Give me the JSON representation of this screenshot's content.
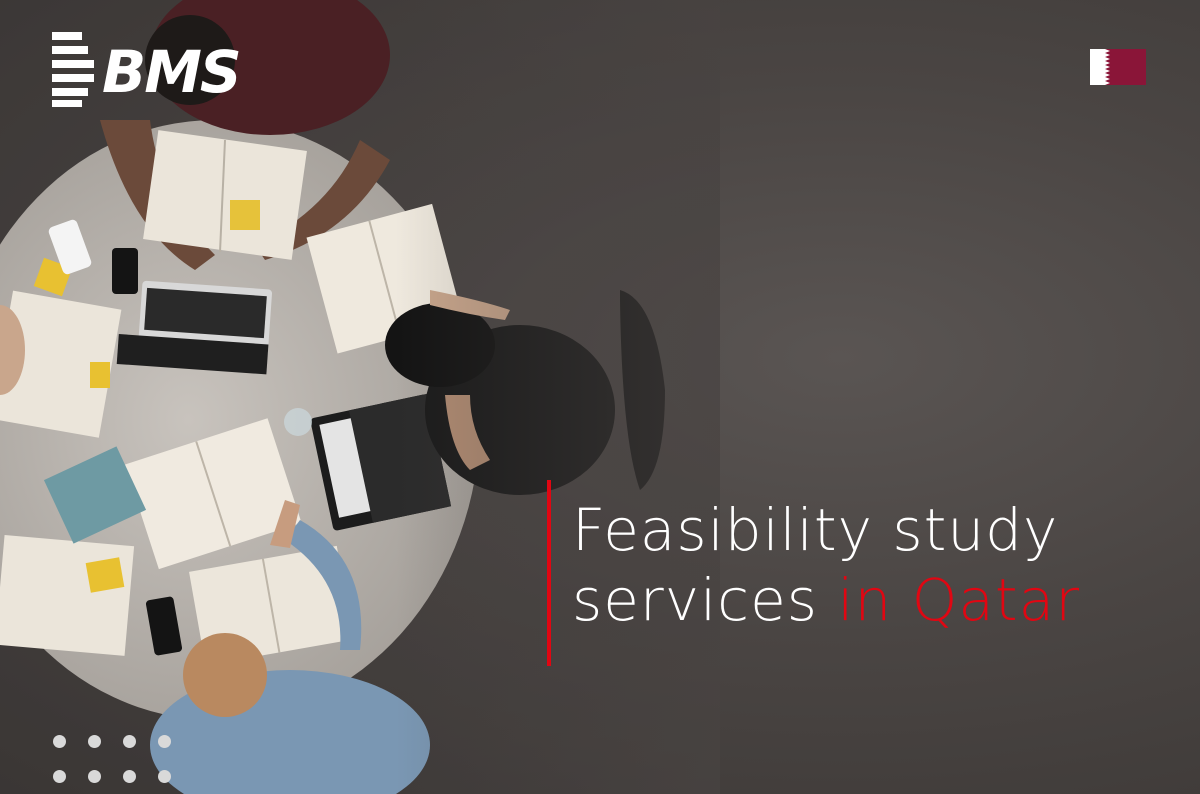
{
  "brand": {
    "logo_text": "BMS",
    "flag_name": "qatar-flag"
  },
  "headline": {
    "line1": "Feasibility study",
    "line2_prefix": "services ",
    "line2_highlight": "in Qatar"
  },
  "colors": {
    "accent": "#e10612",
    "text": "#ffffff",
    "flag_maroon": "#8a1538",
    "flag_white": "#ffffff",
    "dots": "#d9d9d9"
  },
  "icons": {
    "carousel_dots": "dot-grid-icon"
  }
}
